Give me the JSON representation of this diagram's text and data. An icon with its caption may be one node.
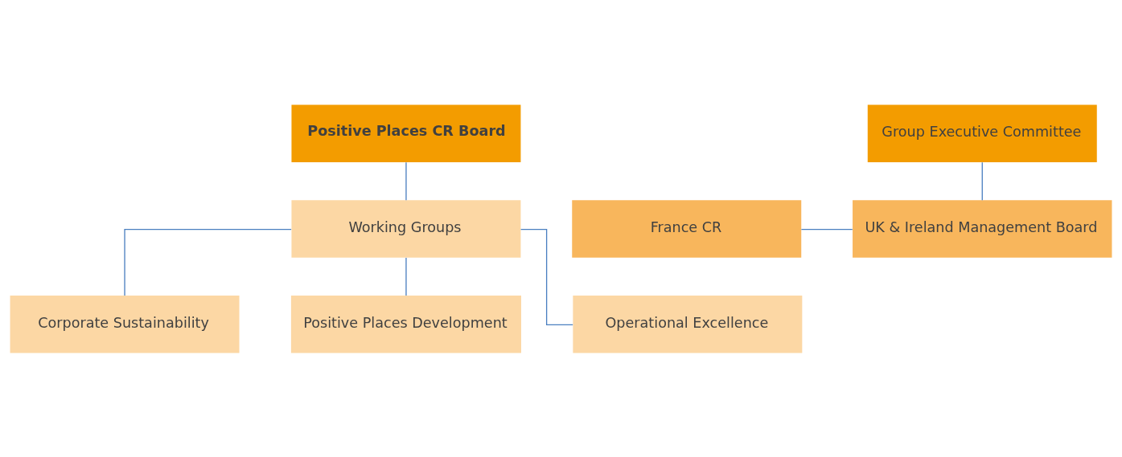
{
  "diagram": {
    "nodes": [
      {
        "text": [
          "Positive Places CR Board"
        ]
      },
      {
        "text": [
          "Group Executive Committee"
        ]
      },
      {
        "text": [
          "France CR"
        ]
      },
      {
        "text": [
          "UK & Ireland Management Board"
        ]
      },
      {
        "text": [
          "Working Groups"
        ]
      },
      {
        "text": [
          "Corporate Sustainability"
        ]
      },
      {
        "text": [
          "Positive Places Development"
        ]
      },
      {
        "text": [
          "Operational Excellence"
        ]
      }
    ],
    "edges": [
      {
        "from": 0,
        "to": 4,
        "arrow": "none"
      },
      {
        "from": 1,
        "to": 3,
        "arrow": "none"
      },
      {
        "from": 2,
        "to": 3,
        "arrow": "none"
      },
      {
        "from": 4,
        "to": 5,
        "arrow": "none"
      },
      {
        "from": 4,
        "to": 6,
        "arrow": "none"
      },
      {
        "from": 4,
        "to": 7,
        "arrow": "none"
      }
    ]
  }
}
